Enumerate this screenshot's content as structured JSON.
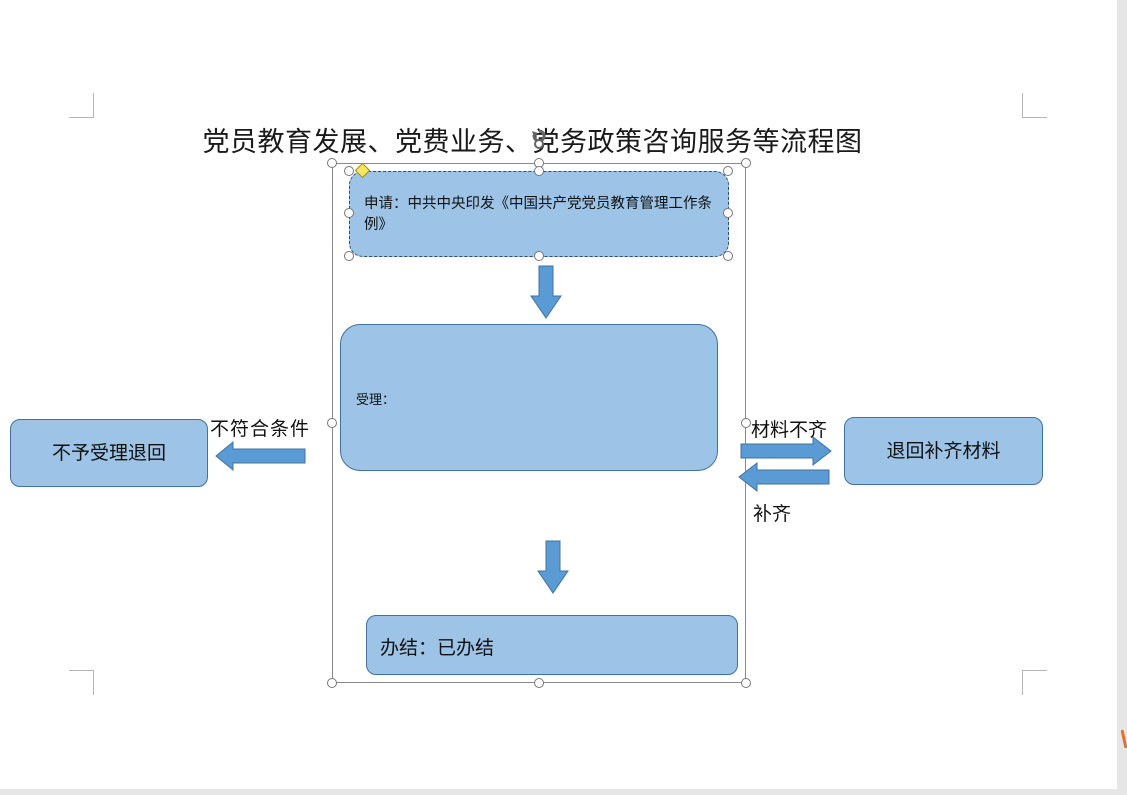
{
  "title": "党员教育发展、党费业务、党务政策咨询服务等流程图",
  "flow": {
    "step1_text": "申请：中共中央印发《中国共产党党员教育管理工作条例》",
    "step2_text": "受理：",
    "step3_text": "办结：已办结",
    "reject_box": "不予受理退回",
    "reject_condition": "不符合条件",
    "return_box": "退回补齐材料",
    "return_condition": "材料不齐",
    "resubmit": "补齐"
  },
  "colors": {
    "box_fill": "#9dc3e6",
    "box_border": "#41719c",
    "arrow_fill": "#5b9bd5"
  }
}
